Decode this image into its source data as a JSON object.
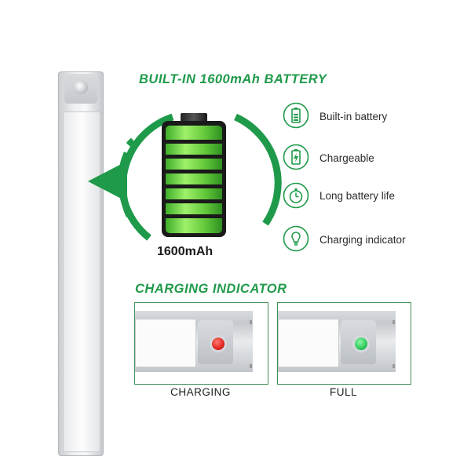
{
  "main_title": "BUILT-IN 1600mAh BATTERY",
  "battery_label": "1600mAh",
  "features": [
    {
      "label": "Built-in battery",
      "icon": "battery-icon"
    },
    {
      "label": "Chargeable",
      "icon": "charging-battery-icon"
    },
    {
      "label": "Long battery life",
      "icon": "stopwatch-icon"
    },
    {
      "label": "Charging indicator",
      "icon": "lightbulb-icon"
    }
  ],
  "section_title": "CHARGING INDICATOR",
  "indicators": [
    {
      "label": "CHARGING",
      "color": "#e0251f"
    },
    {
      "label": "FULL",
      "color": "#2ec95a"
    }
  ],
  "colors": {
    "accent": "#1f9a4a",
    "battery_fill": "#66d13a"
  }
}
